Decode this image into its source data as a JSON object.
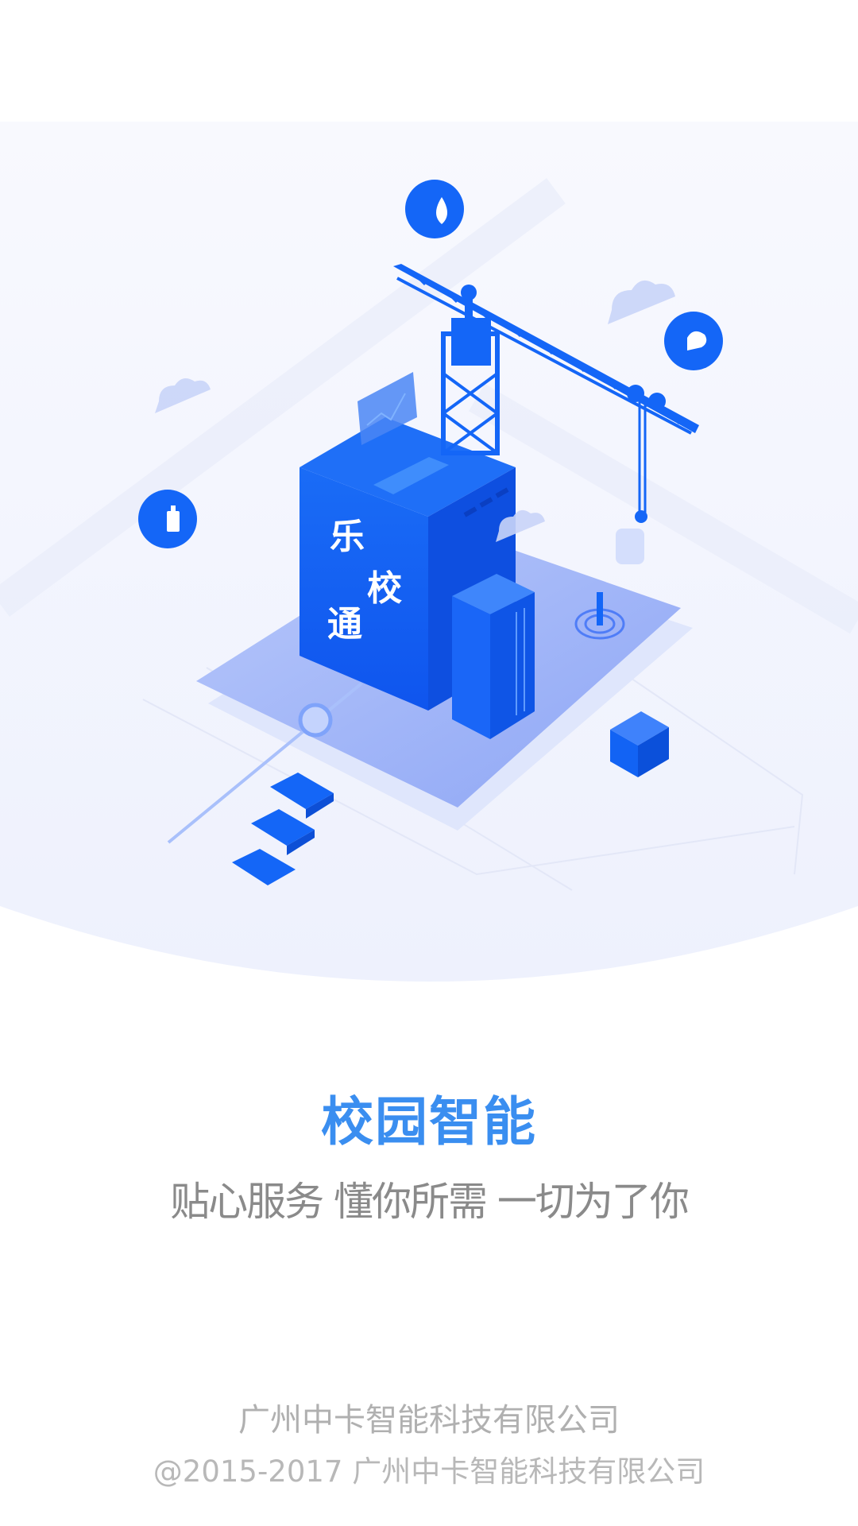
{
  "splash": {
    "building_label_chars": [
      "乐",
      "校",
      "通"
    ],
    "title": "校园智能",
    "subtitle": "贴心服务 懂你所需 一切为了你",
    "company": "广州中卡智能科技有限公司",
    "copyright": "@2015-2017 广州中卡智能科技有限公司",
    "icons": [
      "water-drop-icon",
      "chat-bubble-icon",
      "bottle-icon",
      "crane-icon",
      "building-icon",
      "cloud-icon"
    ]
  },
  "colors": {
    "primary_blue": "#1463f5",
    "title_blue": "#3a8ef0",
    "subtitle_gray": "#8a8a8a",
    "footer_gray": "#b0b0b0",
    "hero_bg": "#f1f3fd"
  }
}
